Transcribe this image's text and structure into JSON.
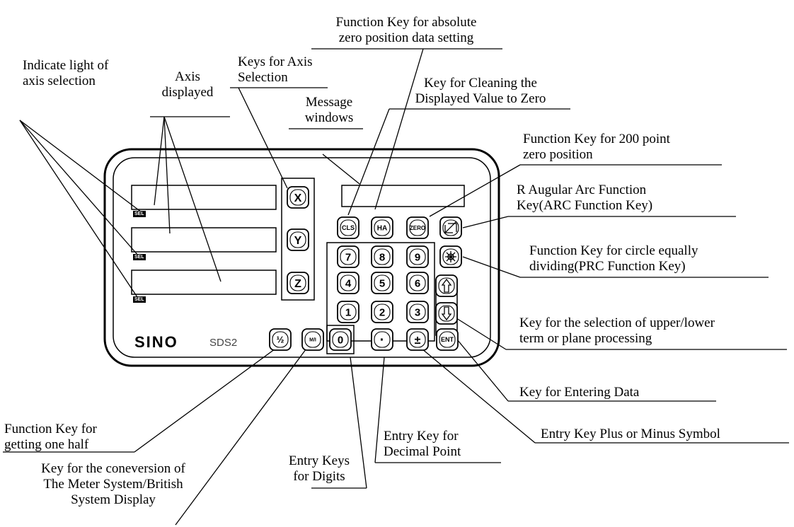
{
  "device": {
    "brand": "SINO",
    "model": "SDS2",
    "sel_tag": "SEL",
    "axis_keys": [
      "X",
      "Y",
      "Z"
    ],
    "function_keys": [
      "CLS",
      "HA",
      "ZERO"
    ],
    "digit_keys": [
      "7",
      "8",
      "9",
      "4",
      "5",
      "6",
      "1",
      "2",
      "3",
      "0"
    ],
    "decimal_key": "·",
    "sign_key": "±",
    "enter_key": "ENT",
    "half_key": "½",
    "unit_key": "M/I"
  },
  "labels": {
    "indicate_light": [
      "Indicate light of",
      "axis selection"
    ],
    "axis_displayed": [
      "Axis",
      "displayed"
    ],
    "axis_selection": [
      "Keys for Axis",
      "Selection"
    ],
    "message_windows": [
      "Message",
      "windows"
    ],
    "absolute_zero": [
      "Function Key for absolute",
      "zero position data setting"
    ],
    "cleaning": [
      "Key for Cleaning the",
      "Displayed Value to Zero"
    ],
    "point_200": [
      "Function Key for 200 point",
      "zero position"
    ],
    "arc": [
      "R Augular Arc Function",
      "Key(ARC Function Key)"
    ],
    "prc": [
      "Function Key for circle equally",
      "dividing(PRC Function Key)"
    ],
    "upper_lower": [
      "Key for the selection of upper/lower",
      "term or plane processing"
    ],
    "entering": [
      "Key for Entering Data"
    ],
    "plus_minus": [
      "Entry Key Plus or Minus Symbol"
    ],
    "decimal_point": [
      "Entry Key for",
      "Decimal Point"
    ],
    "digits": [
      "Entry Keys",
      "for Digits"
    ],
    "one_half": [
      "Function Key for",
      "getting one half"
    ],
    "conversion": [
      "Key for the coneversion of",
      "The Meter System/British",
      "System Display"
    ]
  }
}
